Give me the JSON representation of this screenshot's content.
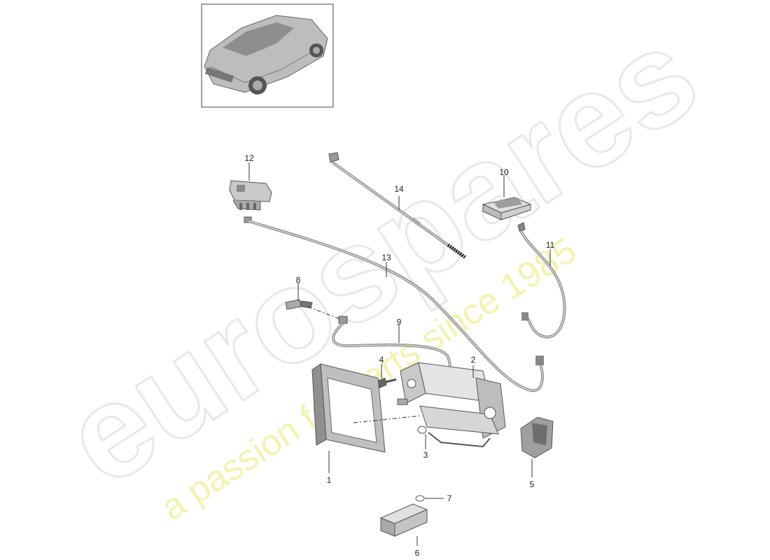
{
  "watermark": {
    "brand": "eurospares",
    "tagline": "a passion for parts since 1985",
    "brand_color": "#e8e8e8",
    "tagline_color": "#f3f3b0"
  },
  "callouts": {
    "c1": "1",
    "c2": "2",
    "c3": "3",
    "c4": "4",
    "c5": "5",
    "c6": "6",
    "c7": "7",
    "c8": "8",
    "c9": "9",
    "c10": "10",
    "c11": "11",
    "c12": "12",
    "c13": "13",
    "c14": "14"
  }
}
